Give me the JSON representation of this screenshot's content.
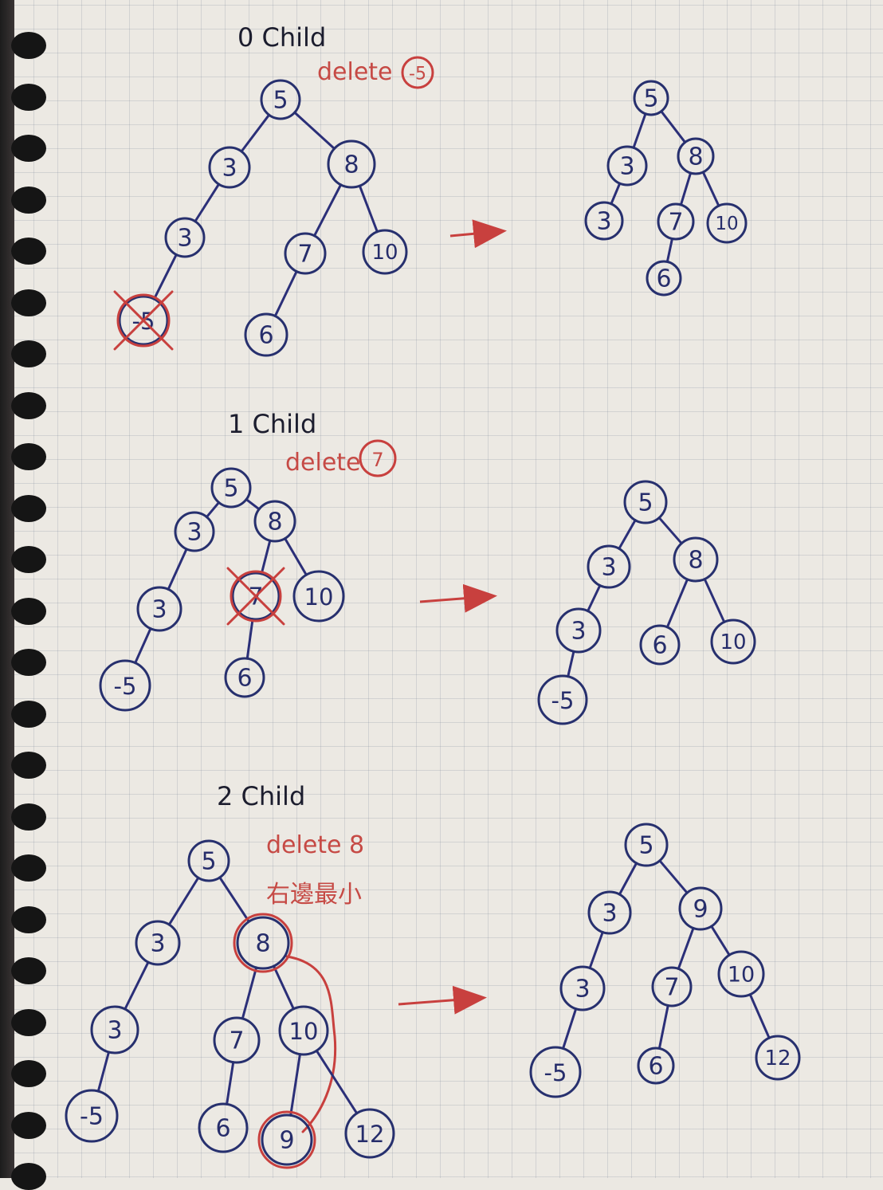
{
  "sections": [
    {
      "title": "0 Child",
      "note": "delete",
      "note_circled": "-5",
      "before": {
        "nodes": [
          {
            "id": "a5",
            "label": "5"
          },
          {
            "id": "a3",
            "label": "3"
          },
          {
            "id": "a8",
            "label": "8"
          },
          {
            "id": "a3b",
            "label": "3"
          },
          {
            "id": "a7",
            "label": "7"
          },
          {
            "id": "a10",
            "label": "10"
          },
          {
            "id": "am5",
            "label": "-5",
            "crossed": true
          },
          {
            "id": "a6",
            "label": "6"
          }
        ],
        "edges": [
          [
            "a5",
            "a3"
          ],
          [
            "a5",
            "a8"
          ],
          [
            "a3",
            "a3b"
          ],
          [
            "a8",
            "a7"
          ],
          [
            "a8",
            "a10"
          ],
          [
            "a3b",
            "am5"
          ],
          [
            "a7",
            "a6"
          ]
        ]
      },
      "after": {
        "nodes": [
          {
            "id": "b5",
            "label": "5"
          },
          {
            "id": "b3",
            "label": "3"
          },
          {
            "id": "b8",
            "label": "8"
          },
          {
            "id": "b3b",
            "label": "3"
          },
          {
            "id": "b7",
            "label": "7"
          },
          {
            "id": "b10",
            "label": "10"
          },
          {
            "id": "b6",
            "label": "6"
          }
        ],
        "edges": [
          [
            "b5",
            "b3"
          ],
          [
            "b5",
            "b8"
          ],
          [
            "b3",
            "b3b"
          ],
          [
            "b8",
            "b7"
          ],
          [
            "b8",
            "b10"
          ],
          [
            "b7",
            "b6"
          ]
        ]
      }
    },
    {
      "title": "1 Child",
      "note": "delete",
      "note_circled": "7",
      "before": {
        "nodes": [
          {
            "id": "c5",
            "label": "5"
          },
          {
            "id": "c3",
            "label": "3"
          },
          {
            "id": "c8",
            "label": "8"
          },
          {
            "id": "c3b",
            "label": "3"
          },
          {
            "id": "c7",
            "label": "7",
            "crossed": true
          },
          {
            "id": "c10",
            "label": "10"
          },
          {
            "id": "cm5",
            "label": "-5"
          },
          {
            "id": "c6",
            "label": "6"
          }
        ],
        "edges": [
          [
            "c5",
            "c3"
          ],
          [
            "c5",
            "c8"
          ],
          [
            "c3",
            "c3b"
          ],
          [
            "c8",
            "c7"
          ],
          [
            "c8",
            "c10"
          ],
          [
            "c3b",
            "cm5"
          ],
          [
            "c7",
            "c6"
          ]
        ]
      },
      "after": {
        "nodes": [
          {
            "id": "d5",
            "label": "5"
          },
          {
            "id": "d3",
            "label": "3"
          },
          {
            "id": "d8",
            "label": "8"
          },
          {
            "id": "d3b",
            "label": "3"
          },
          {
            "id": "d6",
            "label": "6"
          },
          {
            "id": "d10",
            "label": "10"
          },
          {
            "id": "dm5",
            "label": "-5"
          }
        ],
        "edges": [
          [
            "d5",
            "d3"
          ],
          [
            "d5",
            "d8"
          ],
          [
            "d3",
            "d3b"
          ],
          [
            "d8",
            "d6"
          ],
          [
            "d8",
            "d10"
          ],
          [
            "d3b",
            "dm5"
          ]
        ]
      }
    },
    {
      "title": "2 Child",
      "note": "delete 8",
      "note2": "右邊最小",
      "before": {
        "nodes": [
          {
            "id": "e5",
            "label": "5"
          },
          {
            "id": "e3",
            "label": "3"
          },
          {
            "id": "e8",
            "label": "8",
            "highlight": true
          },
          {
            "id": "e3b",
            "label": "3"
          },
          {
            "id": "e7",
            "label": "7"
          },
          {
            "id": "e10",
            "label": "10"
          },
          {
            "id": "em5",
            "label": "-5"
          },
          {
            "id": "e6",
            "label": "6"
          },
          {
            "id": "e9",
            "label": "9",
            "highlight": true
          },
          {
            "id": "e12",
            "label": "12"
          }
        ],
        "edges": [
          [
            "e5",
            "e3"
          ],
          [
            "e5",
            "e8"
          ],
          [
            "e3",
            "e3b"
          ],
          [
            "e8",
            "e7"
          ],
          [
            "e8",
            "e10"
          ],
          [
            "e3b",
            "em5"
          ],
          [
            "e7",
            "e6"
          ],
          [
            "e10",
            "e9"
          ],
          [
            "e10",
            "e12"
          ]
        ]
      },
      "after": {
        "nodes": [
          {
            "id": "f5",
            "label": "5"
          },
          {
            "id": "f3",
            "label": "3"
          },
          {
            "id": "f9",
            "label": "9"
          },
          {
            "id": "f3b",
            "label": "3"
          },
          {
            "id": "f7",
            "label": "7"
          },
          {
            "id": "f10",
            "label": "10"
          },
          {
            "id": "fm5",
            "label": "-5"
          },
          {
            "id": "f6",
            "label": "6"
          },
          {
            "id": "f12",
            "label": "12"
          }
        ],
        "edges": [
          [
            "f5",
            "f3"
          ],
          [
            "f5",
            "f9"
          ],
          [
            "f3",
            "f3b"
          ],
          [
            "f9",
            "f7"
          ],
          [
            "f9",
            "f10"
          ],
          [
            "f3b",
            "fm5"
          ],
          [
            "f7",
            "f6"
          ],
          [
            "f10",
            "f12"
          ]
        ]
      }
    }
  ]
}
